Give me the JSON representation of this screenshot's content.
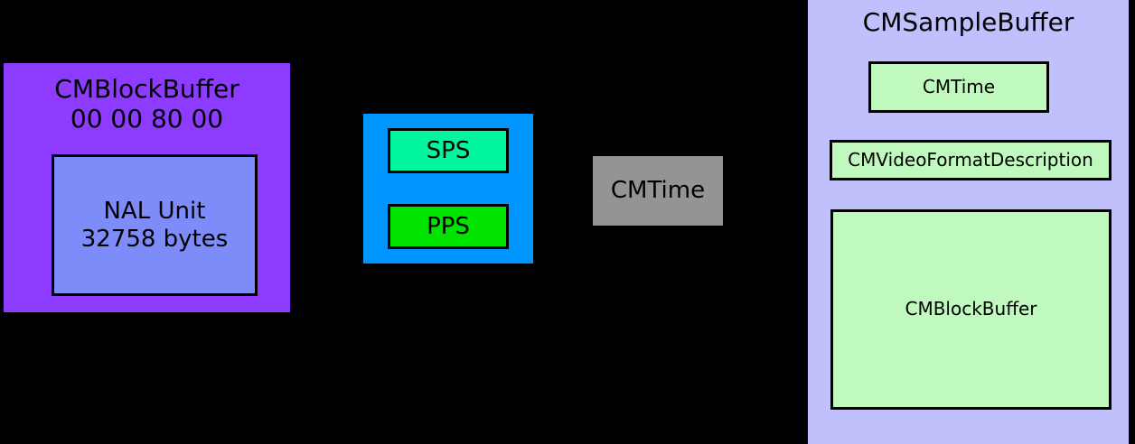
{
  "diagram": {
    "background_color": "#000000",
    "block_buffer": {
      "title": "CMBlockBuffer",
      "subtitle": "00 00 80 00",
      "fill_color": "#8C3BFF",
      "inner": {
        "title": "NAL Unit",
        "subtitle": "32758 bytes",
        "fill_color": "#7E8CFA"
      }
    },
    "parameter_sets": {
      "fill_color": "#0096FF",
      "items": [
        {
          "label": "SPS",
          "fill_color": "#00F79E"
        },
        {
          "label": "PPS",
          "fill_color": "#00E400"
        }
      ]
    },
    "timing": {
      "label": "CMTime",
      "fill_color": "#949494"
    },
    "sample_buffer": {
      "title": "CMSampleBuffer",
      "fill_color": "#C0C0FC",
      "items": [
        {
          "label": "CMTime",
          "fill_color": "#C0F9BD"
        },
        {
          "label": "CMVideoFormatDescription",
          "fill_color": "#C0F9BD"
        },
        {
          "label": "CMBlockBuffer",
          "fill_color": "#C0F9BD"
        }
      ]
    }
  }
}
